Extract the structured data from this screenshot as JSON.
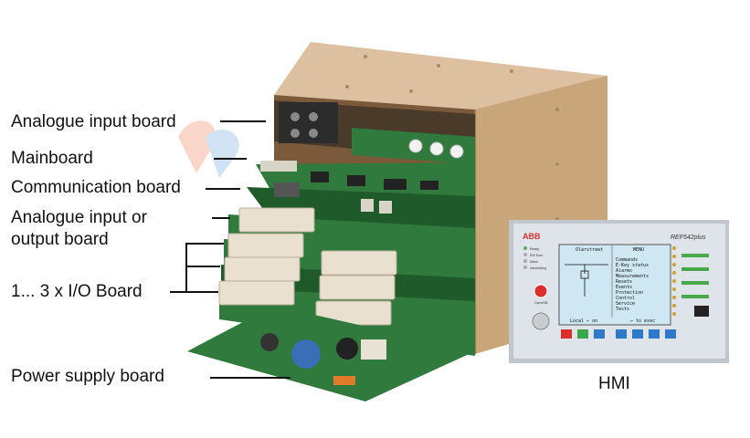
{
  "labels": {
    "analogue_input_board": "Analogue input board",
    "mainboard": "Mainboard",
    "communication_board": "Communication board",
    "analogue_io_board_line1": "Analogue input or",
    "analogue_io_board_line2": "output board",
    "io_board": "1... 3 x I/O Board",
    "power_supply_board": "Power supply board",
    "hmi": "HMI"
  },
  "hmi_panel": {
    "brand": "ABB",
    "model": "REF542plus",
    "screen_left_title": "Olarstreet",
    "screen_right_title": "MENU",
    "menu_items": [
      "Commands",
      "E-Key status",
      "Alarms",
      "Measurements",
      "Resets",
      "Events",
      "Protection",
      "Control",
      "Service",
      "Tests"
    ],
    "footer_left": "Local ← on",
    "footer_right": "← to exec",
    "leds": [
      "Ready",
      "SW Error",
      "Alarm",
      "Interlocking"
    ],
    "open_close_label": "Open/OB"
  },
  "colors": {
    "case": "#c9a57a",
    "case_dark": "#9c7650",
    "case_top": "#dcc0a0",
    "pcb": "#2f7a3c",
    "pcb_dark": "#1f5a2b",
    "connector": "#e9e0cf",
    "hmi_body": "#dfe4ea",
    "hmi_screen": "#cfe7f3",
    "hmi_button_red": "#d9302b",
    "hmi_button_blue": "#2f79c9"
  }
}
